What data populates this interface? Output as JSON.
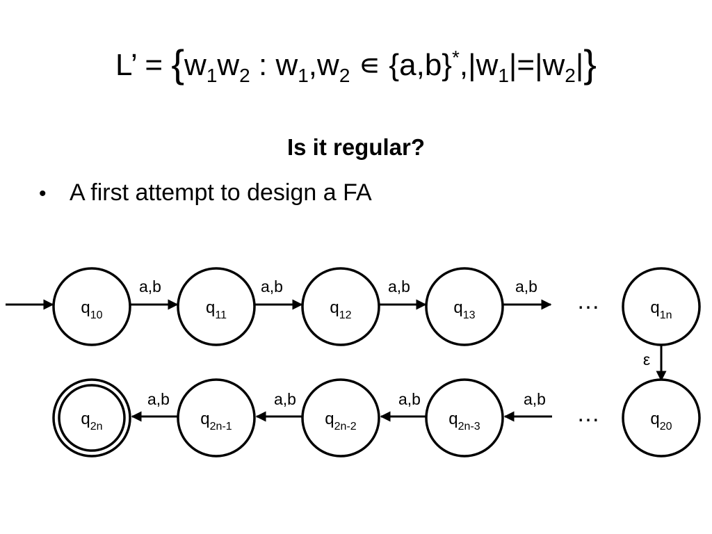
{
  "formula": {
    "lhs": "L’ =",
    "open_brace": "{",
    "close_brace": "}",
    "w": "w",
    "sub1": "1",
    "sub2": "2",
    "colon": " : ",
    "comma": ",",
    "elem": " ∊ ",
    "alphabet": "{a,b}",
    "star": "*",
    "comma2": ",",
    "bar": "|",
    "eq": "="
  },
  "subtitle": "Is it regular?",
  "bullet": {
    "symbol": "•",
    "text": "A first attempt to design a FA"
  },
  "diagram": {
    "top_row": [
      {
        "base": "q",
        "sub": "10"
      },
      {
        "base": "q",
        "sub": "11"
      },
      {
        "base": "q",
        "sub": "12"
      },
      {
        "base": "q",
        "sub": "13"
      },
      {
        "base": "q",
        "sub": "1n"
      }
    ],
    "bottom_row": [
      {
        "base": "q",
        "sub": "2n",
        "accepting": true
      },
      {
        "base": "q",
        "sub": "2n-1"
      },
      {
        "base": "q",
        "sub": "2n-2"
      },
      {
        "base": "q",
        "sub": "2n-3"
      },
      {
        "base": "q",
        "sub": "20"
      }
    ],
    "transition_label": "a,b",
    "epsilon_label": "ε",
    "ellipsis": "…"
  }
}
